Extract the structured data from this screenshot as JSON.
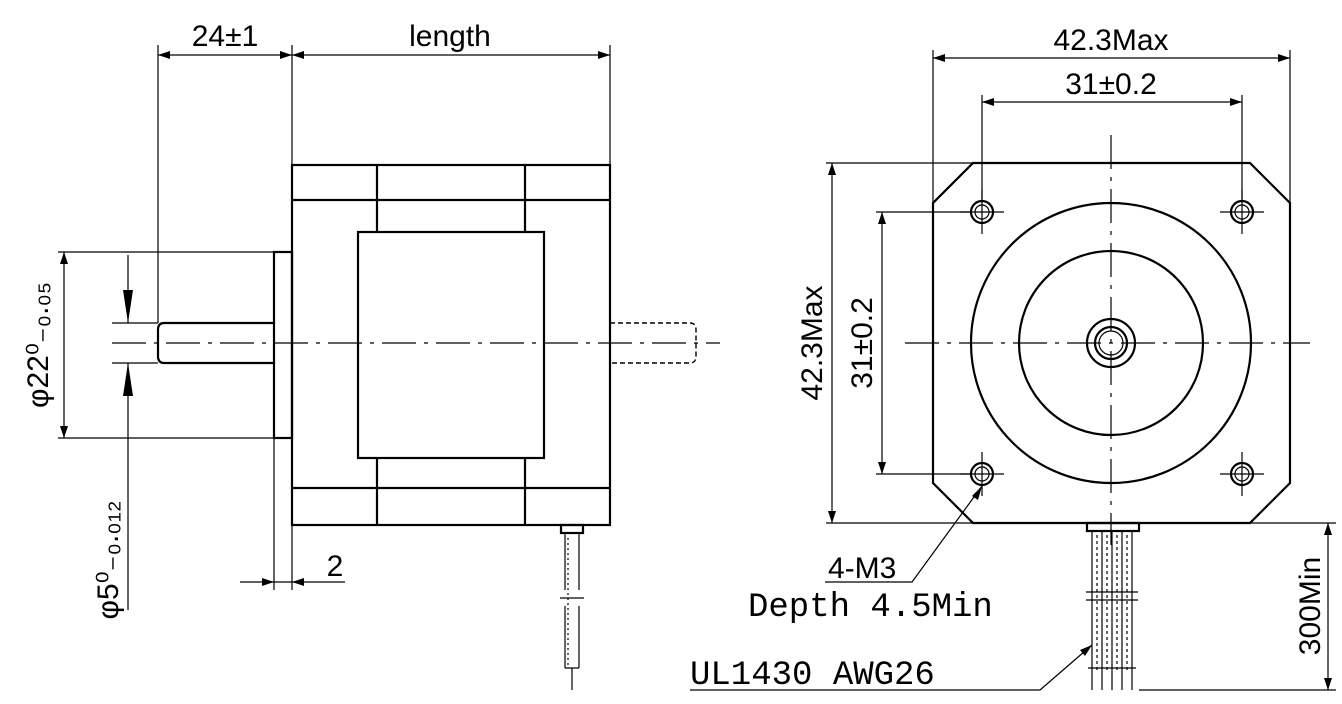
{
  "side_view": {
    "shaft_length_dim": "24±1",
    "body_length_dim": "length",
    "pilot_dia_dim": "φ22⁰₋₀.₀₅",
    "shaft_dia_dim": "φ5⁰₋₀.₀₁₂",
    "pilot_height_dim": "2"
  },
  "front_view": {
    "width_max_dim": "42.3Max",
    "hole_spacing_dim": "31±0.2",
    "height_max_dim": "42.3Max",
    "hole_spacing_v_dim": "31±0.2",
    "lead_length_dim": "300Min",
    "thread_note": "4-M3",
    "depth_note": "Depth 4.5Min",
    "wire_note": "UL1430 AWG26"
  }
}
